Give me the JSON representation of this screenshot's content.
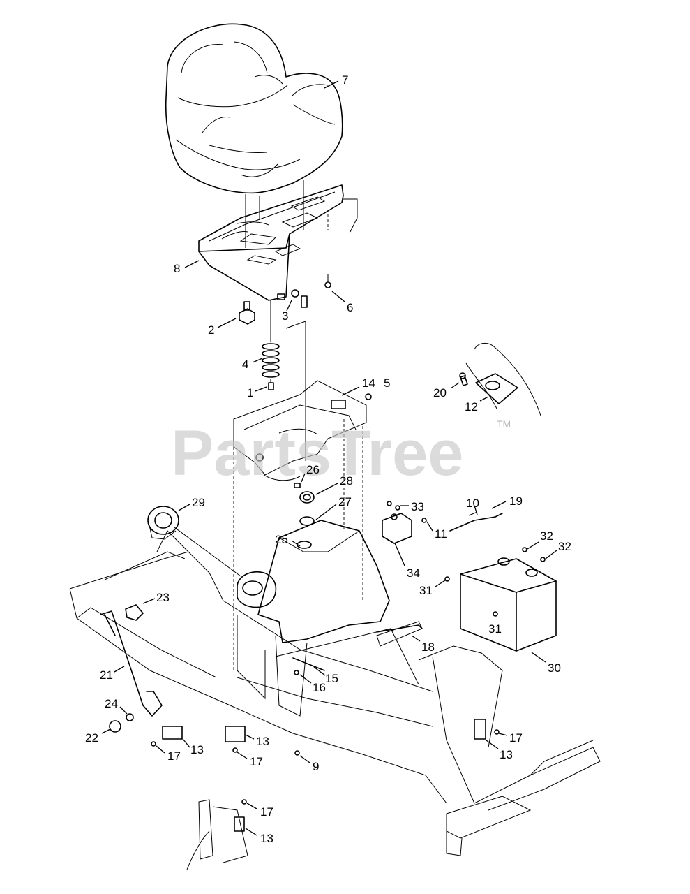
{
  "watermark": {
    "text": "PartsTree",
    "trademark": "TM",
    "color": "#c8c8c8"
  },
  "callouts": [
    {
      "id": "c7",
      "label": "7"
    },
    {
      "id": "c8",
      "label": "8"
    },
    {
      "id": "c2",
      "label": "2"
    },
    {
      "id": "c3",
      "label": "3"
    },
    {
      "id": "c6",
      "label": "6"
    },
    {
      "id": "c4",
      "label": "4"
    },
    {
      "id": "c1",
      "label": "1"
    },
    {
      "id": "c14",
      "label": "14"
    },
    {
      "id": "c5",
      "label": "5"
    },
    {
      "id": "c20",
      "label": "20"
    },
    {
      "id": "c12",
      "label": "12"
    },
    {
      "id": "c26",
      "label": "26"
    },
    {
      "id": "c28",
      "label": "28"
    },
    {
      "id": "c29",
      "label": "29"
    },
    {
      "id": "c27",
      "label": "27"
    },
    {
      "id": "c33",
      "label": "33"
    },
    {
      "id": "c10",
      "label": "10"
    },
    {
      "id": "c19",
      "label": "19"
    },
    {
      "id": "c25",
      "label": "25"
    },
    {
      "id": "c11",
      "label": "11"
    },
    {
      "id": "c32a",
      "label": "32"
    },
    {
      "id": "c32b",
      "label": "32"
    },
    {
      "id": "c34",
      "label": "34"
    },
    {
      "id": "c31a",
      "label": "31"
    },
    {
      "id": "c23",
      "label": "23"
    },
    {
      "id": "c31b",
      "label": "31"
    },
    {
      "id": "c18",
      "label": "18"
    },
    {
      "id": "c15",
      "label": "15"
    },
    {
      "id": "c16",
      "label": "16"
    },
    {
      "id": "c30",
      "label": "30"
    },
    {
      "id": "c21",
      "label": "21"
    },
    {
      "id": "c24",
      "label": "24"
    },
    {
      "id": "c22",
      "label": "22"
    },
    {
      "id": "c13a",
      "label": "13"
    },
    {
      "id": "c13b",
      "label": "13"
    },
    {
      "id": "c17a",
      "label": "17"
    },
    {
      "id": "c17b",
      "label": "17"
    },
    {
      "id": "c17c",
      "label": "17"
    },
    {
      "id": "c13c",
      "label": "13"
    },
    {
      "id": "c9",
      "label": "9"
    },
    {
      "id": "c17d",
      "label": "17"
    },
    {
      "id": "c13d",
      "label": "13"
    }
  ]
}
